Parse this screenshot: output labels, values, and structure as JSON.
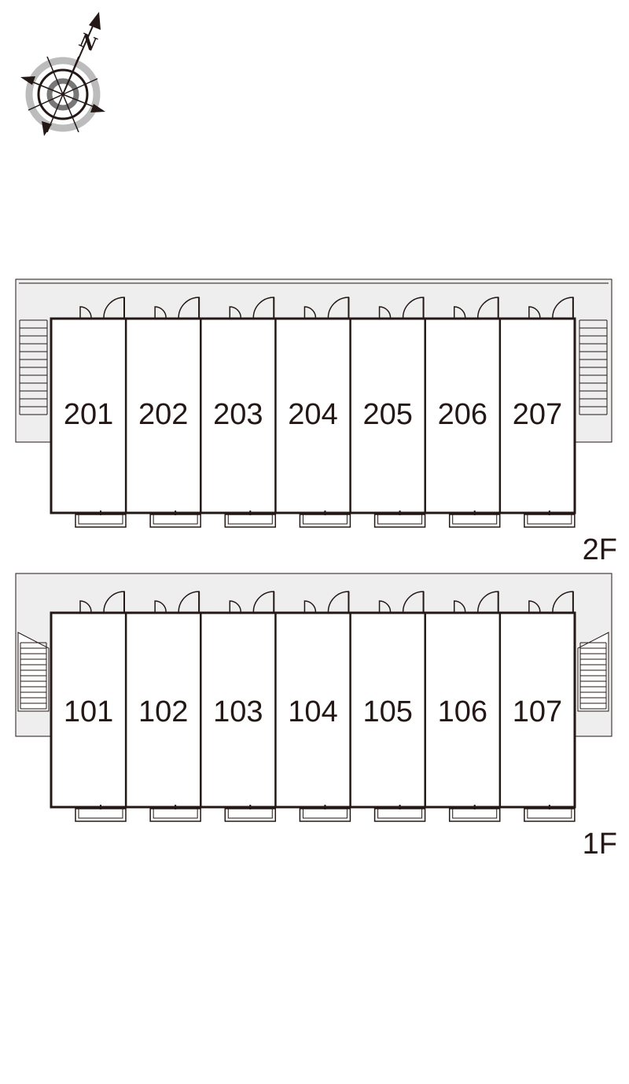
{
  "compass": {
    "north_letter": "N",
    "icon": "north-compass-icon"
  },
  "floors": [
    {
      "id": "2F",
      "label": "2F",
      "units": [
        "201",
        "202",
        "203",
        "204",
        "205",
        "206",
        "207"
      ],
      "stair_left_shape": "straight",
      "stair_right_shape": "straight"
    },
    {
      "id": "1F",
      "label": "1F",
      "units": [
        "101",
        "102",
        "103",
        "104",
        "105",
        "106",
        "107"
      ],
      "stair_left_shape": "angled",
      "stair_right_shape": "angled"
    }
  ],
  "colors": {
    "line": "#231815",
    "corridor_fill": "#eeeeee",
    "compass_gray": "#bcbcbc"
  }
}
